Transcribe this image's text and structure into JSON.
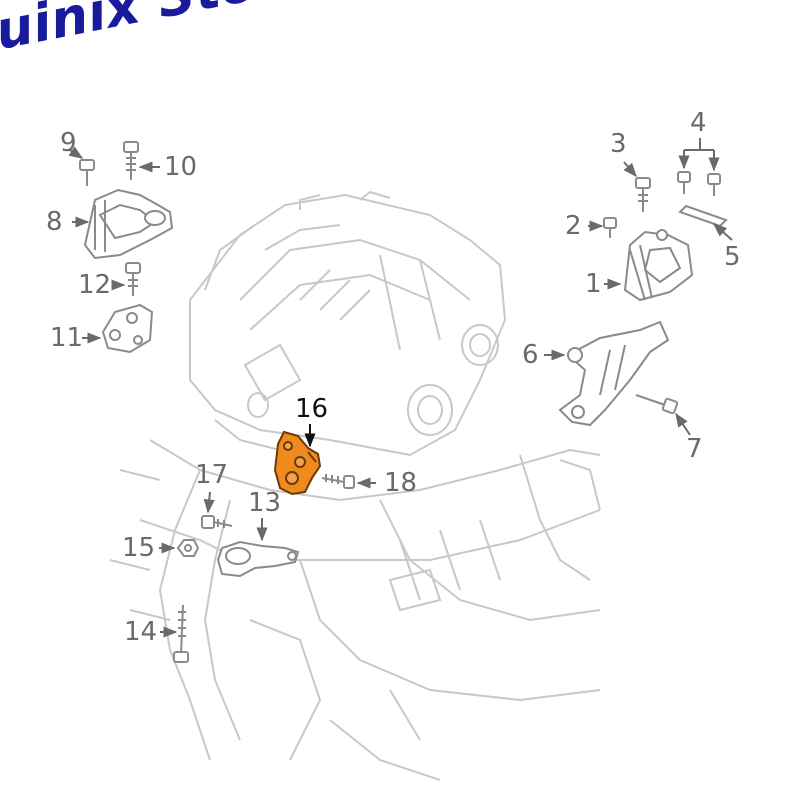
{
  "watermark": {
    "text": "uinix Store",
    "color": "#1a1a9c"
  },
  "highlight_color": "#f08a1c",
  "line_color": "#bdbdbd",
  "callouts": [
    {
      "id": "1",
      "label": "1"
    },
    {
      "id": "2",
      "label": "2"
    },
    {
      "id": "3",
      "label": "3"
    },
    {
      "id": "4",
      "label": "4"
    },
    {
      "id": "5",
      "label": "5"
    },
    {
      "id": "6",
      "label": "6"
    },
    {
      "id": "7",
      "label": "7"
    },
    {
      "id": "8",
      "label": "8"
    },
    {
      "id": "9",
      "label": "9"
    },
    {
      "id": "10",
      "label": "10"
    },
    {
      "id": "11",
      "label": "11"
    },
    {
      "id": "12",
      "label": "12"
    },
    {
      "id": "13",
      "label": "13"
    },
    {
      "id": "14",
      "label": "14"
    },
    {
      "id": "15",
      "label": "15"
    },
    {
      "id": "16",
      "label": "16",
      "highlighted": true
    },
    {
      "id": "17",
      "label": "17"
    },
    {
      "id": "18",
      "label": "18"
    }
  ]
}
